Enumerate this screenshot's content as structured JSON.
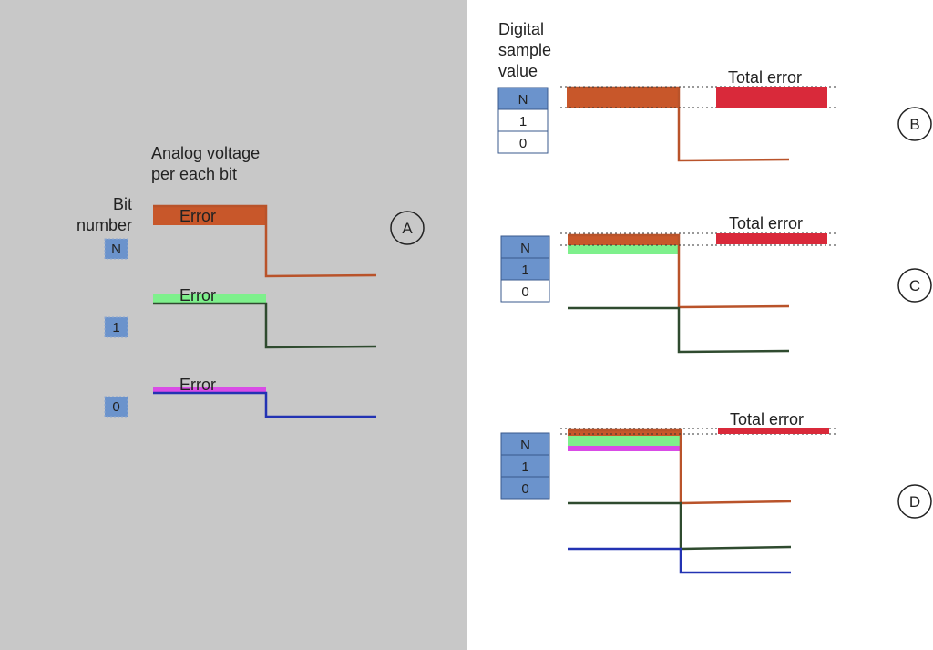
{
  "colors": {
    "left_background": "#c8c8c8",
    "bit_n": "#b9532a",
    "bit_1": "#2f4b2f",
    "bit_0": "#2333b3",
    "error_n": "#c8572a",
    "error_1": "#7ef08c",
    "error_0": "#d94ce6",
    "total_error": "#d9293a",
    "cell_blue": "#6b93cc"
  },
  "panel_a": {
    "heading_line1": "Analog voltage",
    "heading_line2": "per each bit",
    "bit_label_line1": "Bit",
    "bit_label_line2": "number",
    "bits": [
      "N",
      "1",
      "0"
    ],
    "error_label": "Error",
    "circle_label": "A"
  },
  "panel_b": {
    "heading_line1": "Digital",
    "heading_line2": "sample",
    "heading_line3": "value",
    "cells": [
      "N",
      "1",
      "0"
    ],
    "total_error_label": "Total error",
    "circle_label": "B"
  },
  "panel_c": {
    "cells": [
      "N",
      "1",
      "0"
    ],
    "total_error_label": "Total error",
    "circle_label": "C"
  },
  "panel_d": {
    "cells": [
      "N",
      "1",
      "0"
    ],
    "total_error_label": "Total error",
    "circle_label": "D"
  }
}
